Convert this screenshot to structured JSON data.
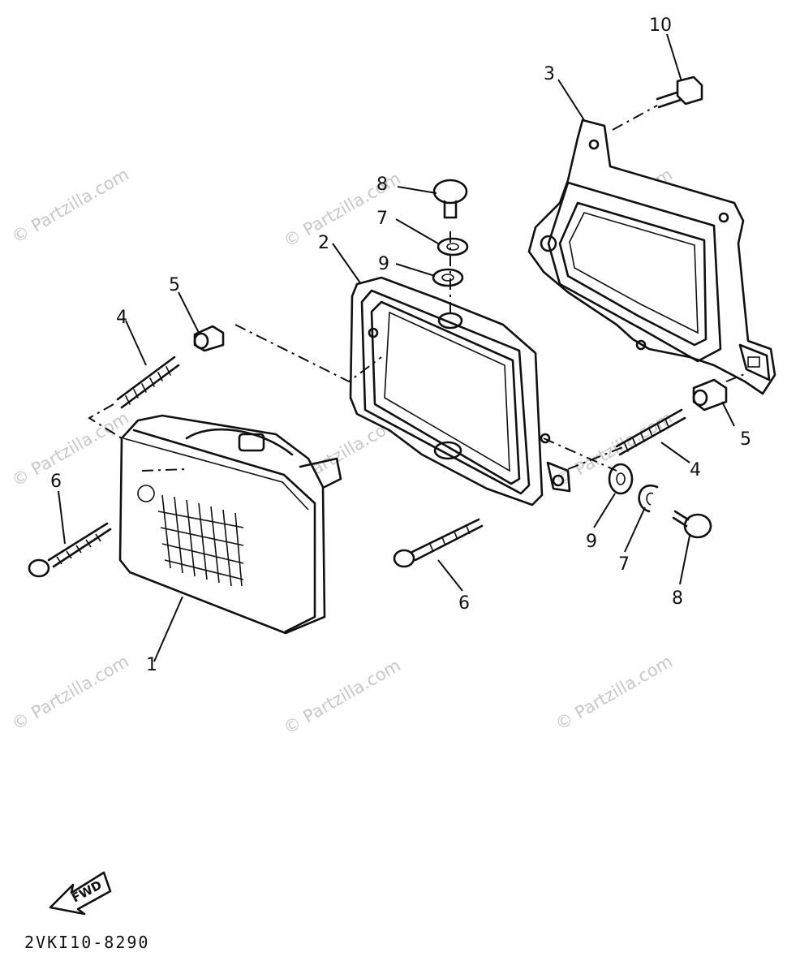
{
  "watermark": "© Partzilla.com",
  "diagram_code": "2VKI10-8290",
  "fwd_label": "FWD",
  "callouts": {
    "c1": "1",
    "c2": "2",
    "c3": "3",
    "c4a": "4",
    "c4b": "4",
    "c5a": "5",
    "c5b": "5",
    "c6a": "6",
    "c6b": "6",
    "c7a": "7",
    "c7b": "7",
    "c8a": "8",
    "c8b": "8",
    "c9a": "9",
    "c9b": "9",
    "c10": "10"
  }
}
